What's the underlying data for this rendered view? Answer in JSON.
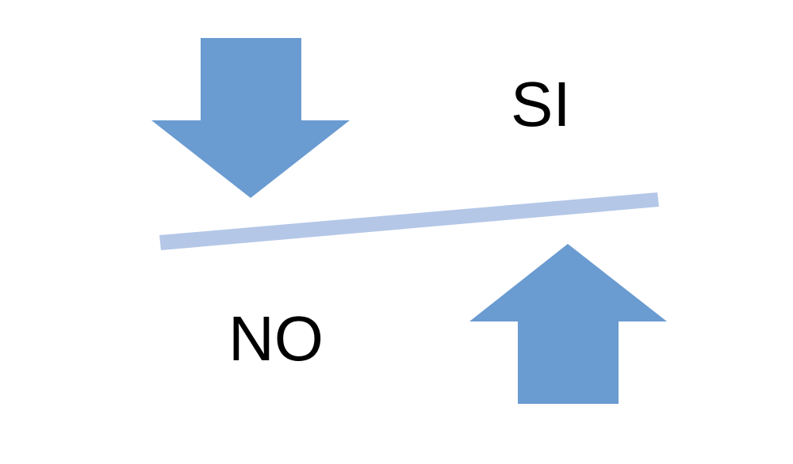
{
  "labels": {
    "top_right": "SI",
    "bottom_left": "NO"
  },
  "colors": {
    "arrow": "#6a9bd1",
    "bar": "#b4c7e7",
    "text": "#000000",
    "background": "#ffffff"
  },
  "icons": {
    "top_arrow": "arrow-down-icon",
    "bottom_arrow": "arrow-up-icon",
    "divider": "tilted-bar"
  }
}
